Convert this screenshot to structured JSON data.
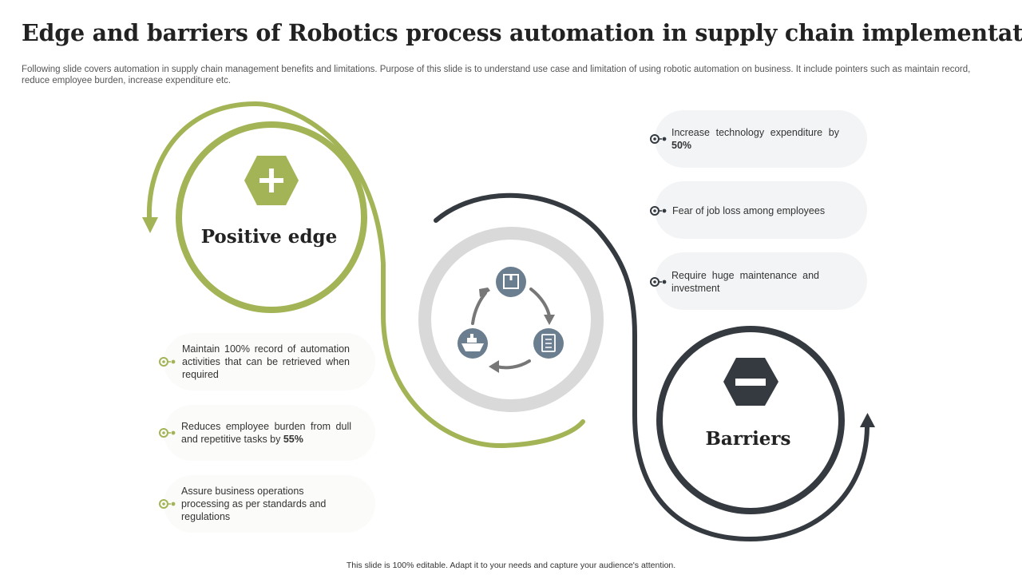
{
  "header": {
    "title": "Edge and barriers of Robotics process automation in supply chain implementation",
    "subtitle": "Following slide covers automation in supply chain management benefits and limitations. Purpose of this slide is to understand use case and limitation of using robotic automation on business. It include pointers such as maintain record, reduce employee burden, increase expenditure etc."
  },
  "positive": {
    "label": "Positive edge",
    "icon": "plus-icon",
    "color": "#a2b456",
    "items": [
      {
        "pre": "Maintain 100% record of automation activities that can be retrieved when required",
        "bold": ""
      },
      {
        "pre": "Reduces employee burden from dull and repetitive tasks by ",
        "bold": "55%"
      },
      {
        "pre": "Assure business operations processing as per standards and regulations",
        "bold": ""
      }
    ]
  },
  "barriers": {
    "label": "Barriers",
    "icon": "minus-icon",
    "color": "#343a40",
    "items": [
      {
        "pre": "Increase technology expenditure by ",
        "bold": "50%"
      },
      {
        "pre": "Fear of job loss among employees",
        "bold": ""
      },
      {
        "pre": "Require huge maintenance and investment",
        "bold": ""
      }
    ]
  },
  "center": {
    "icons": [
      "package-icon",
      "checklist-icon",
      "ship-icon"
    ],
    "ring_color": "#d9d9d9",
    "icon_color": "#6b7e8f"
  },
  "footer": {
    "text": "This slide is 100% editable. Adapt it to your needs and capture your audience's attention."
  }
}
